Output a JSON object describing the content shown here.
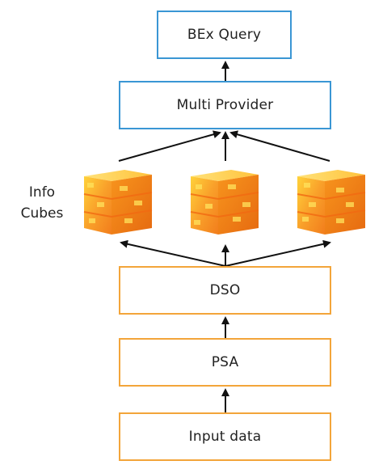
{
  "nodes": {
    "bex_query": "BEx Query",
    "multi_provider": "Multi Provider",
    "dso": "DSO",
    "psa": "PSA",
    "input_data": "Input data"
  },
  "info_cubes_label": {
    "line1": "Info",
    "line2": "Cubes"
  },
  "colors": {
    "blue_border": "#3a96d4",
    "orange_border": "#f3a53a",
    "cube_orange": "#f7941d",
    "cube_yellow": "#ffd23a",
    "arrow": "#111111"
  },
  "icons": [
    "info-cube-icon",
    "info-cube-icon",
    "info-cube-icon"
  ]
}
